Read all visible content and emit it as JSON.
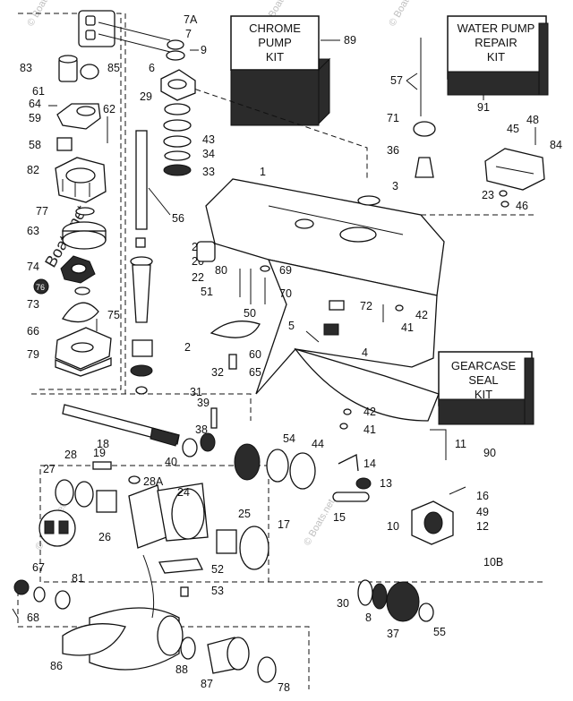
{
  "kits": {
    "chrome_pump": [
      "CHROME",
      "PUMP",
      "KIT"
    ],
    "water_pump": [
      "WATER PUMP",
      "REPAIR",
      "KIT"
    ],
    "gearcase_seal": [
      "GEARCASE",
      "SEAL",
      "KIT"
    ]
  },
  "watermarks": {
    "main": "Boats.net",
    "corner": "© Boats.net"
  },
  "callouts": {
    "n7A": "7A",
    "n7": "7",
    "n9": "9",
    "n89": "89",
    "n6": "6",
    "n83": "83",
    "n85": "85",
    "n61": "61",
    "n64": "64",
    "n59": "59",
    "n62": "62",
    "n58": "58",
    "n82": "82",
    "n77": "77",
    "n63": "63",
    "n74": "74",
    "n73": "73",
    "n75": "75",
    "n66": "66",
    "n79": "79",
    "n29": "29",
    "n43": "43",
    "n34": "34",
    "n33": "33",
    "n56": "56",
    "n21": "21",
    "n20": "20",
    "n22": "22",
    "n2": "2",
    "n32": "32",
    "n31": "31",
    "n65": "65",
    "n60": "60",
    "n51": "51",
    "n80": "80",
    "n69": "69",
    "n70": "70",
    "n50": "50",
    "n1": "1",
    "n3": "3",
    "n57": "57",
    "n91": "91",
    "n71": "71",
    "n36": "36",
    "n45": "45",
    "n48": "48",
    "n84": "84",
    "n23": "23",
    "n46": "46",
    "n72": "72",
    "n42": "42",
    "n41": "41",
    "n5": "5",
    "n4": "4",
    "n42b": "42",
    "n41b": "41",
    "n11": "11",
    "n90": "90",
    "n18": "18",
    "n39": "39",
    "n38": "38",
    "n40": "40",
    "n54": "54",
    "n44": "44",
    "n14": "14",
    "n13": "13",
    "n28": "28",
    "n19": "19",
    "n27": "27",
    "n28A": "28A",
    "n24": "24",
    "n26": "26",
    "n25": "25",
    "n17": "17",
    "n15": "15",
    "n16": "16",
    "n49": "49",
    "n12": "12",
    "n10": "10",
    "n10B": "10B",
    "n52": "52",
    "n53": "53",
    "n67": "67",
    "n81": "81",
    "n68": "68",
    "n86": "86",
    "n88": "88",
    "n87": "87",
    "n78": "78",
    "n30": "30",
    "n8": "8",
    "n37": "37",
    "n55": "55",
    "n76": "76"
  }
}
